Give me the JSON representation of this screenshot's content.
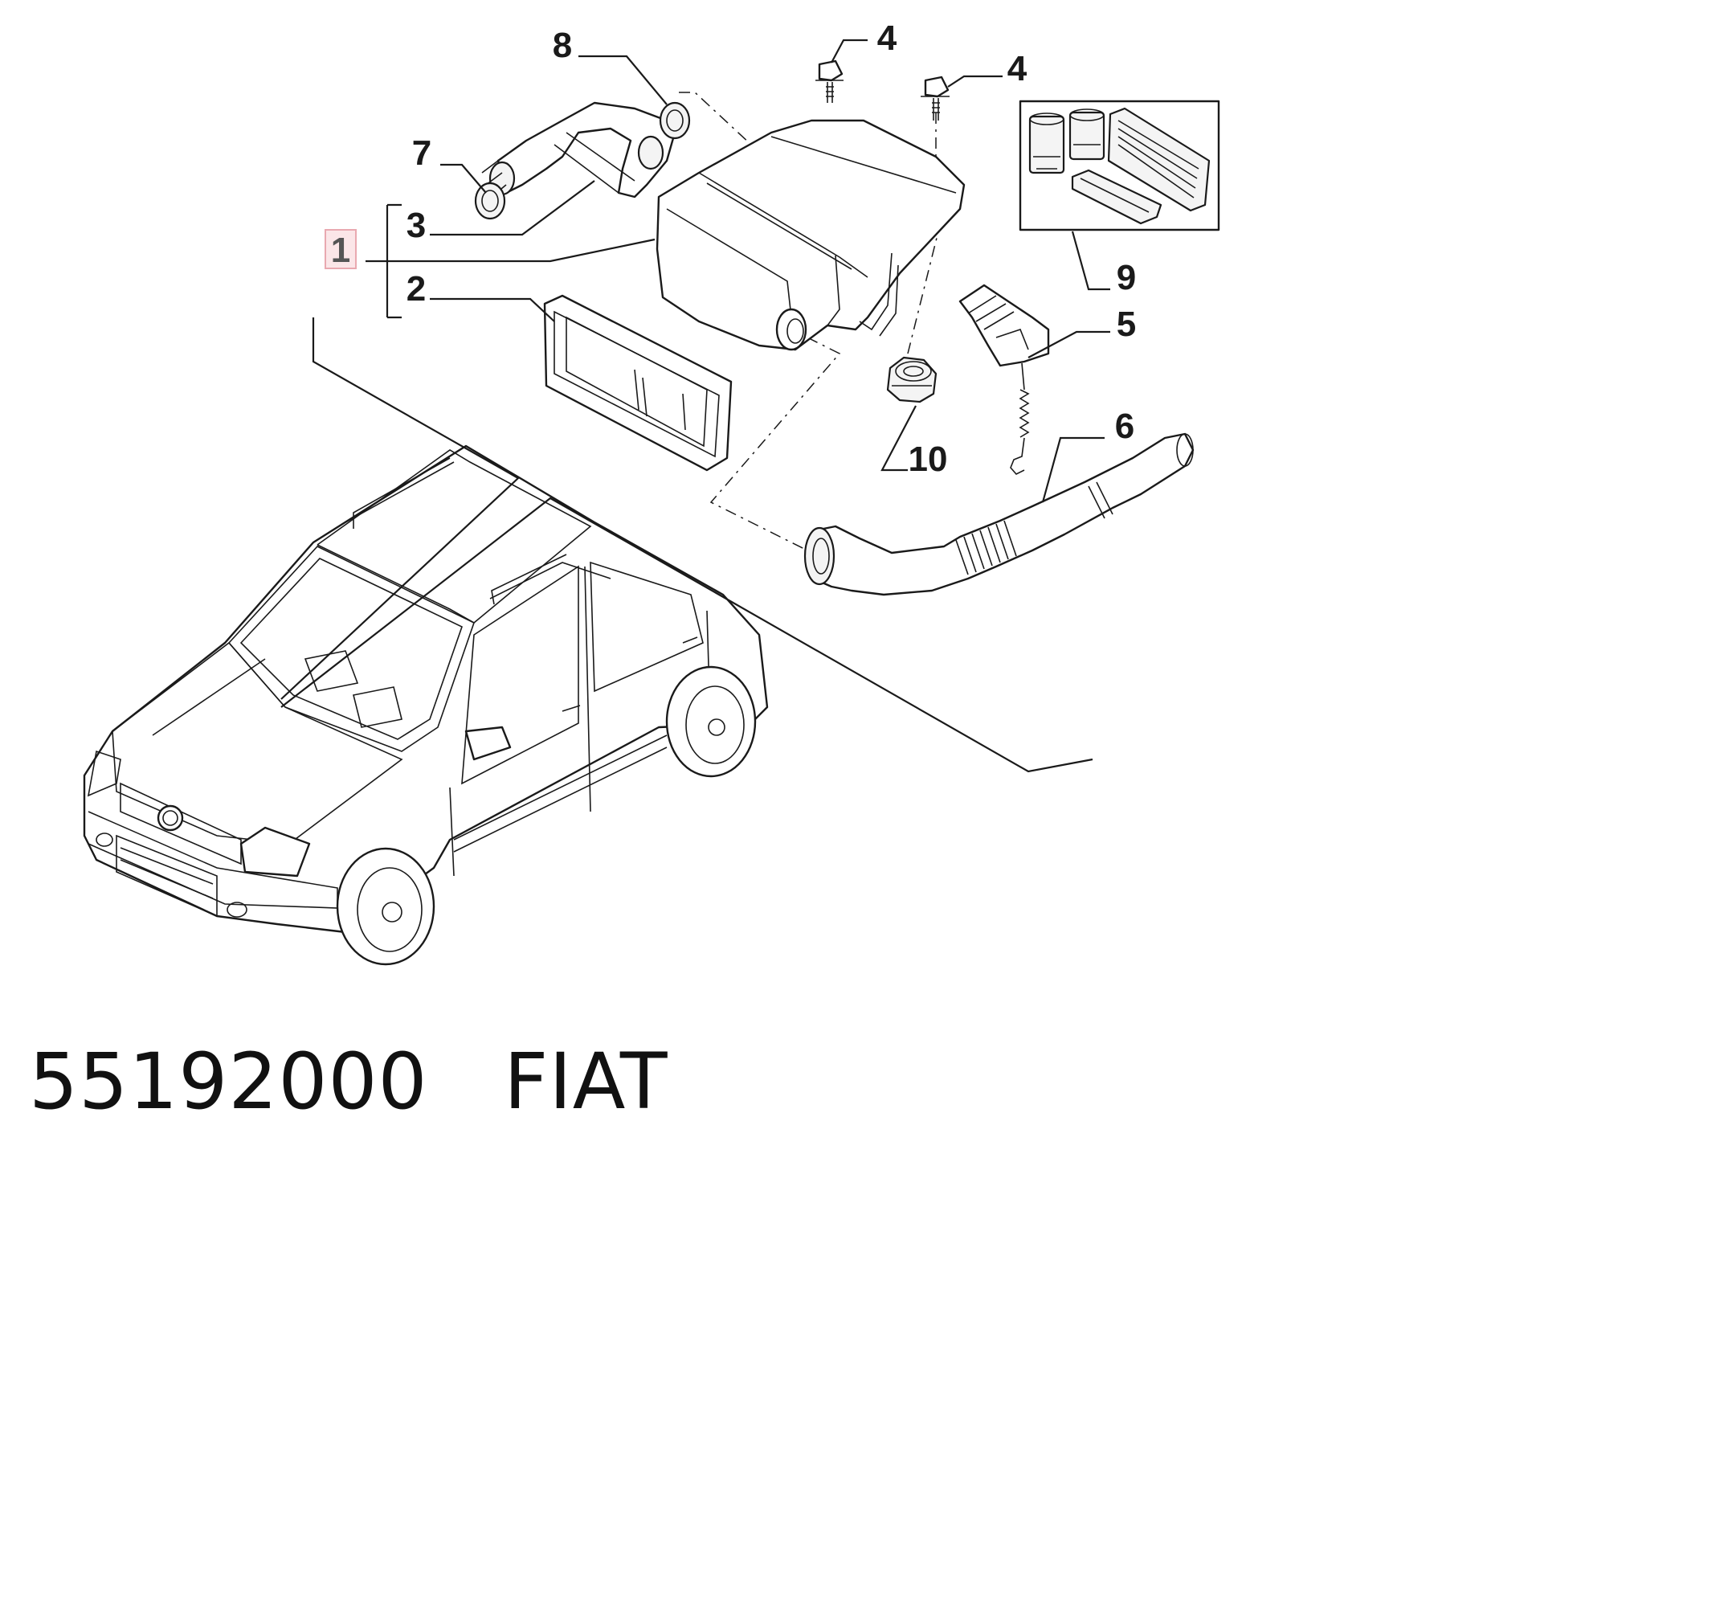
{
  "diagram": {
    "callouts": {
      "c1": "1",
      "c2": "2",
      "c3": "3",
      "c4a": "4",
      "c4b": "4",
      "c5": "5",
      "c6": "6",
      "c7": "7",
      "c8": "8",
      "c9": "9",
      "c10": "10"
    },
    "highlight_color": "#e9a9b0"
  },
  "caption": {
    "part_number": "55192000",
    "brand": "FIAT"
  }
}
